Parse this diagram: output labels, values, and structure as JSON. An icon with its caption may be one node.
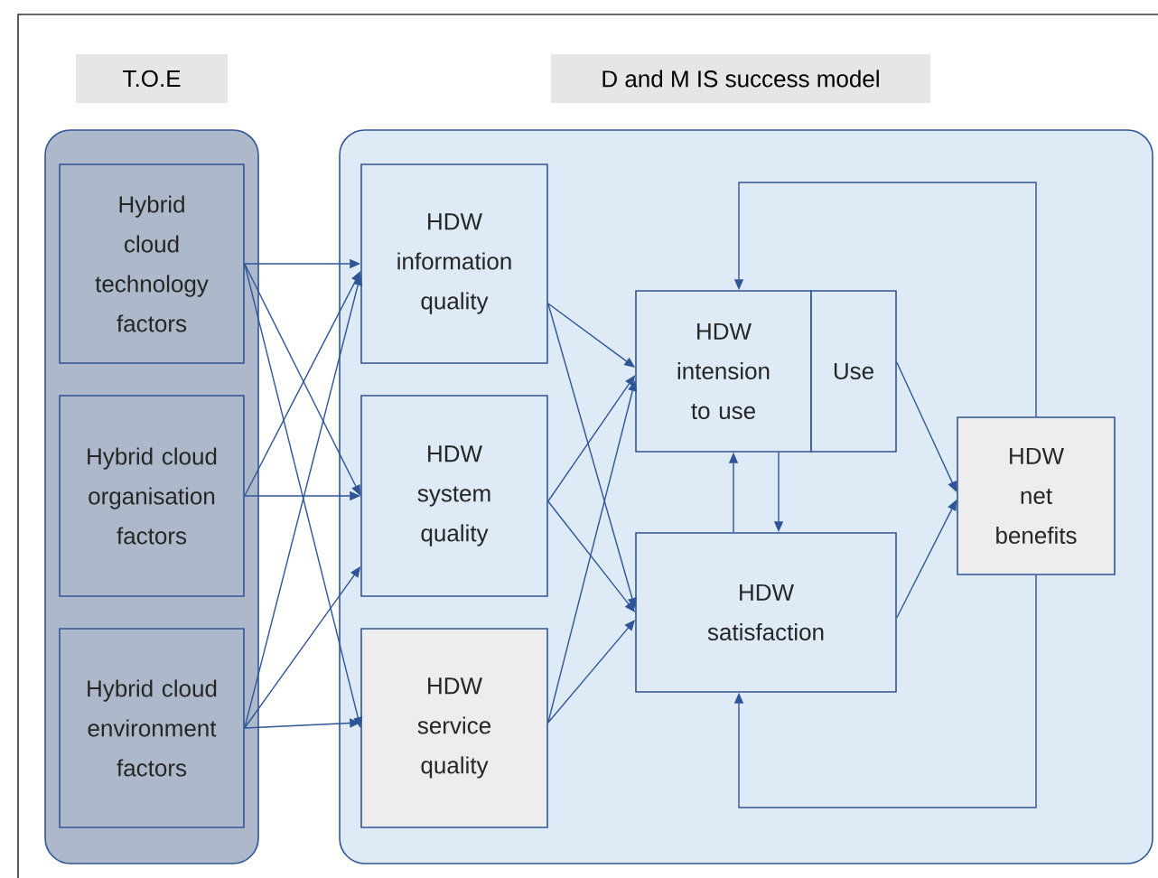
{
  "diagram": {
    "nodes": [
      {
        "text": [
          "T.O.E"
        ]
      },
      {
        "text": [
          "D and M IS success model"
        ]
      },
      {
        "text": [
          "Hybrid cloud technology factors"
        ],
        "in": 0
      },
      {
        "text": [
          "Hybrid cloud organisation factors"
        ],
        "in": 0
      },
      {
        "text": [
          "Hybrid cloud environment factors"
        ],
        "in": 0
      },
      {
        "text": [
          "HDW information quality"
        ],
        "in": 1
      },
      {
        "text": [
          "HDW system quality"
        ],
        "in": 1
      },
      {
        "text": [
          "HDW service quality"
        ],
        "in": 1
      },
      {
        "text": [
          "HDW intension to use"
        ],
        "in": 1
      },
      {
        "text": [
          "Use"
        ],
        "in": 1
      },
      {
        "text": [
          "HDW satisfaction"
        ],
        "in": 1
      },
      {
        "text": [
          "HDW net benefits"
        ],
        "in": 1
      }
    ],
    "edges": [
      {
        "from": 2,
        "to": 5,
        "arrow": "to"
      },
      {
        "from": 2,
        "to": 6,
        "arrow": "to"
      },
      {
        "from": 2,
        "to": 7,
        "arrow": "to"
      },
      {
        "from": 3,
        "to": 5,
        "arrow": "to"
      },
      {
        "from": 3,
        "to": 6,
        "arrow": "to"
      },
      {
        "from": 4,
        "to": 5,
        "arrow": "to"
      },
      {
        "from": 4,
        "to": 6,
        "arrow": "to"
      },
      {
        "from": 4,
        "to": 7,
        "arrow": "to"
      },
      {
        "from": 5,
        "to": 8,
        "arrow": "to"
      },
      {
        "from": 5,
        "to": 10,
        "arrow": "to"
      },
      {
        "from": 6,
        "to": 8,
        "arrow": "to"
      },
      {
        "from": 6,
        "to": 10,
        "arrow": "to"
      },
      {
        "from": 7,
        "to": 8,
        "arrow": "to"
      },
      {
        "from": 7,
        "to": 10,
        "arrow": "to"
      },
      {
        "from": 10,
        "to": 8,
        "arrow": "to"
      },
      {
        "from": 8,
        "to": 10,
        "arrow": "to"
      },
      {
        "from": 9,
        "to": 11,
        "arrow": "to"
      },
      {
        "from": 10,
        "to": 11,
        "arrow": "to"
      },
      {
        "from": 11,
        "to": 8,
        "arrow": "to"
      },
      {
        "from": 11,
        "to": 10,
        "arrow": "to"
      }
    ]
  }
}
